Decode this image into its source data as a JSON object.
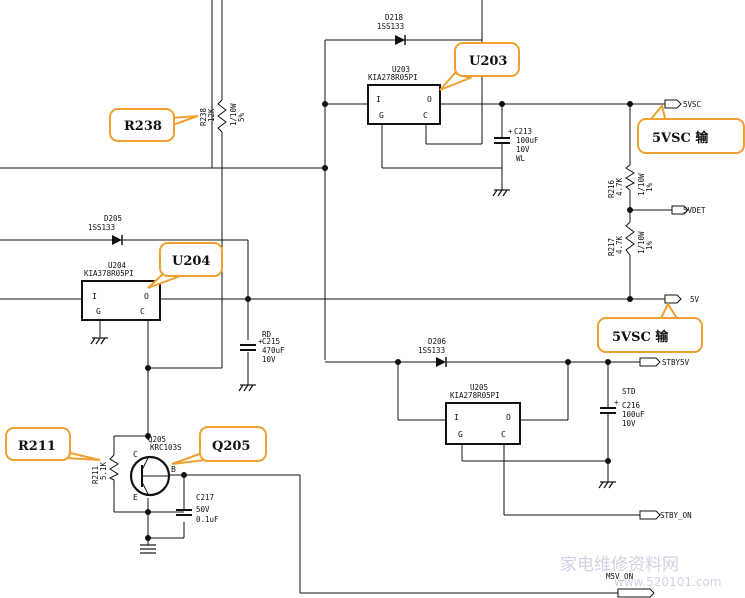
{
  "callouts": {
    "u203": "U203",
    "r238": "R238",
    "u204": "U204",
    "q205": "Q205",
    "r211": "R211",
    "out_5vsc_top": "5VSC   输",
    "out_5vsc_mid": "5VSC   输"
  },
  "ic": {
    "u203": {
      "ref": "U203",
      "part": "KIA278R05PI",
      "in": "I",
      "out": "O",
      "g": "G",
      "c": "C"
    },
    "u204": {
      "ref": "U204",
      "part": "KIA378R05PI",
      "in": "I",
      "out": "O",
      "g": "G",
      "c": "C"
    },
    "u205": {
      "ref": "U205",
      "part": "KIA278R05PI",
      "in": "I",
      "out": "O",
      "g": "G",
      "c": "C"
    }
  },
  "diodes": {
    "d218": {
      "ref": "D218",
      "part": "1SS133"
    },
    "d205": {
      "ref": "D205",
      "part": "1SS133"
    },
    "d206": {
      "ref": "D206",
      "part": "1SS133"
    }
  },
  "resistors": {
    "r238": {
      "ref": "R238",
      "value": "12K",
      "power": "1/10W",
      "tol": "5%"
    },
    "r216": {
      "ref": "R216",
      "value": "4.7K",
      "power": "1/10W",
      "tol": "1%"
    },
    "r217": {
      "ref": "R217",
      "value": "4.7K",
      "power": "1/10W",
      "tol": "1%"
    },
    "r211": {
      "ref": "R211",
      "value": "5.1K"
    }
  },
  "capacitors": {
    "c213": {
      "ref": "C213",
      "value": "100uF",
      "volt": "10V",
      "type": "WL"
    },
    "c215": {
      "ref": "C215",
      "value": "470uF",
      "volt": "10V",
      "type": "RD"
    },
    "c216": {
      "ref": "C216",
      "value": "100uF",
      "volt": "10V",
      "type": "STD"
    },
    "c217": {
      "ref": "C217",
      "volt": "50V",
      "value": "0.1uF"
    }
  },
  "transistor": {
    "ref": "Q205",
    "part": "KRC103S",
    "c": "C",
    "b": "B",
    "e": "E"
  },
  "connectors": {
    "5vsc": "5VSC",
    "5vdet": "5VDET",
    "5v": "5V",
    "stby5v": "STBY5V",
    "stby_on": "STBY_ON",
    "m5v_on": "M5V_ON"
  },
  "watermark": {
    "cn": "家电维修资料网",
    "url": "www.520101.com"
  }
}
